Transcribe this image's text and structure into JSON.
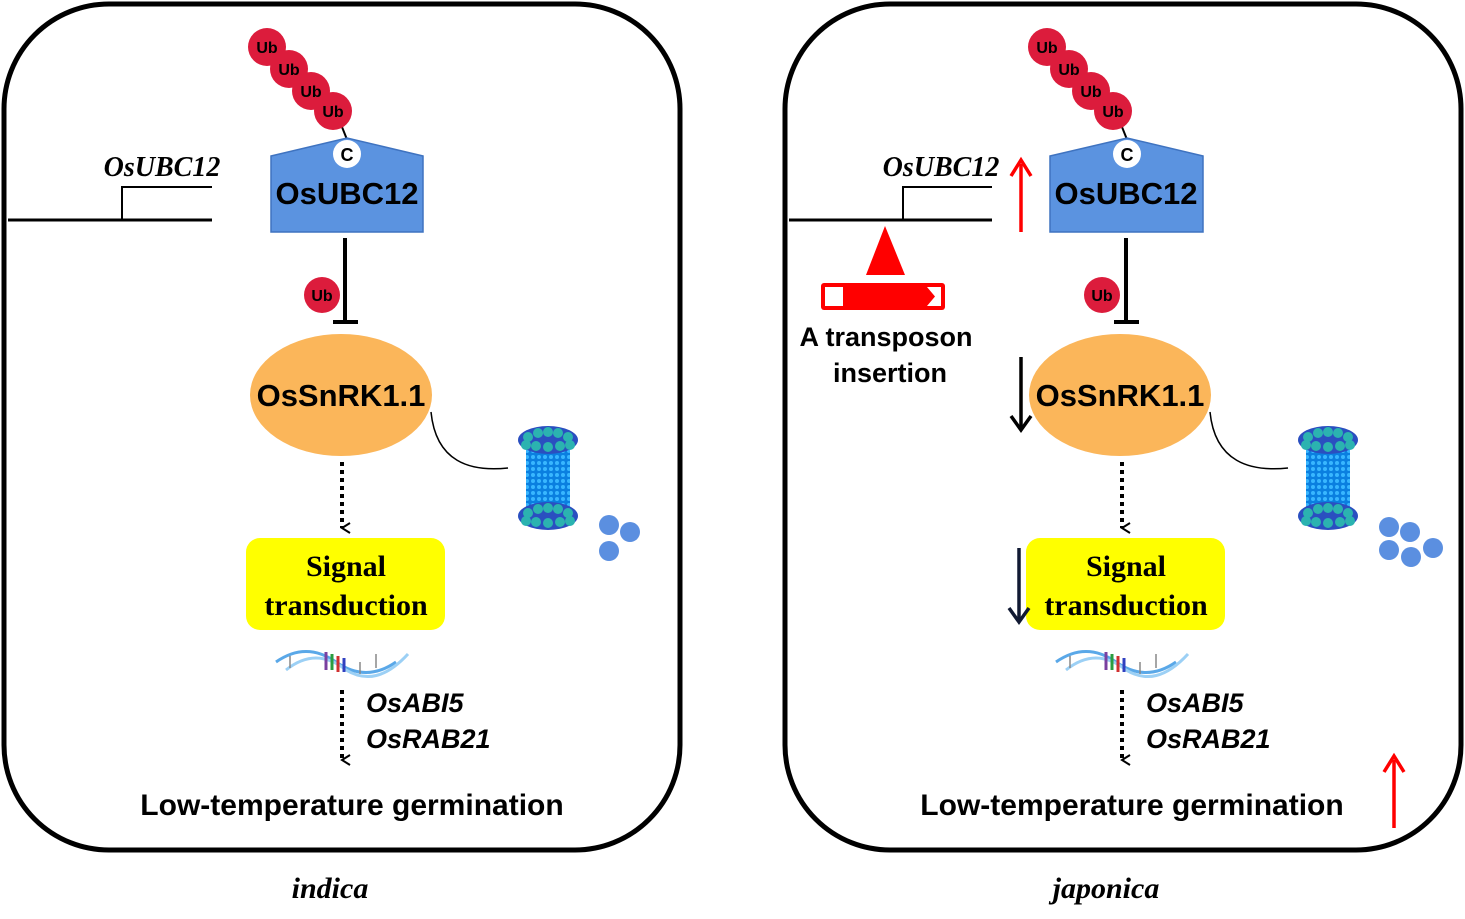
{
  "figure": {
    "panels": [
      {
        "id": "indica",
        "caption": "indica",
        "gene_label": "OsUBC12",
        "enzyme_label": "OsUBC12",
        "cysteine_label": "C",
        "ub_chain": [
          "Ub",
          "Ub",
          "Ub",
          "Ub"
        ],
        "ub_single": "Ub",
        "kinase_label": "OsSnRK1.1",
        "signal_line1": "Signal",
        "signal_line2": "transduction",
        "target_gene_1": "OsABI5",
        "target_gene_2": "OsRAB21",
        "phenotype": "Low-temperature germination",
        "proteasome_fragments": 3
      },
      {
        "id": "japonica",
        "caption": "japonica",
        "gene_label": "OsUBC12",
        "enzyme_label": "OsUBC12",
        "cysteine_label": "C",
        "ub_chain": [
          "Ub",
          "Ub",
          "Ub",
          "Ub"
        ],
        "ub_single": "Ub",
        "kinase_label": "OsSnRK1.1",
        "signal_line1": "Signal",
        "signal_line2": "transduction",
        "target_gene_1": "OsABI5",
        "target_gene_2": "OsRAB21",
        "phenotype": "Low-temperature germination",
        "transposon_line1": "A transposon",
        "transposon_line2": "insertion",
        "proteasome_fragments": 5,
        "indicators": {
          "gene_expression": "up-arrow",
          "kinase_level": "down-arrow",
          "signal_transduction": "down-arrow",
          "phenotype": "up-arrow"
        }
      }
    ],
    "colors": {
      "ubiquitin": "#dc1c3c",
      "enzyme": "#5b93e0",
      "kinase": "#fbb65a",
      "signal_box": "#ffff00",
      "up_arrow": "#ff0000",
      "down_arrow": "#111a33",
      "transposon": "#ff0000",
      "proteasome": "#1b8fe8",
      "fragment": "#5b8fe0"
    }
  }
}
